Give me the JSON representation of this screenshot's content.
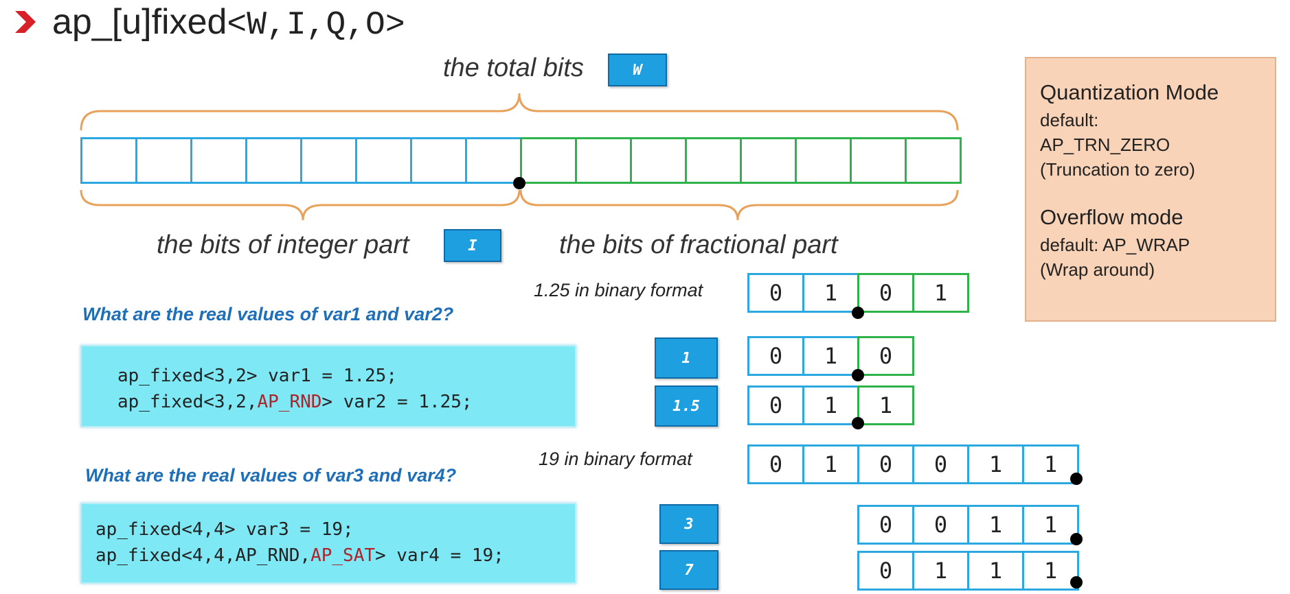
{
  "title": {
    "prefix": "ap_[u]fixed",
    "params": "<W,I,Q,O>"
  },
  "diagram": {
    "total_bits_label": "the total bits",
    "total_bits_tag": "W",
    "integer_label": "the bits of integer part",
    "integer_tag": "I",
    "fractional_label": "the bits of fractional part",
    "integer_cell_count": 8,
    "fractional_cell_count": 8
  },
  "colors": {
    "integer": "#2aa8df",
    "fractional": "#2db34a",
    "tag": "#1e9fe0",
    "keyword": "#b0222a",
    "question": "#1f6fb8"
  },
  "example1": {
    "question": "What are the real values of var1 and var2?",
    "code_line1": "ap_fixed<3,2> var1 = 1.25;",
    "code_line2_a": "ap_fixed<3,2,",
    "code_line2_kw": "AP_RND",
    "code_line2_b": "> var2 = 1.25;",
    "binary_label": "1.25 in binary format",
    "binary_bits": [
      "0",
      "1",
      "0",
      "1"
    ],
    "var1_value": "1",
    "var1_bits": [
      "0",
      "1",
      "0"
    ],
    "var2_value": "1.5",
    "var2_bits": [
      "0",
      "1",
      "1"
    ]
  },
  "example2": {
    "question": "What are the real values of var3 and var4?",
    "code_line1": "ap_fixed<4,4> var3 = 19;",
    "code_line2_a": "ap_fixed<4,4,AP_RND,",
    "code_line2_kw": "AP_SAT",
    "code_line2_b": "> var4 = 19;",
    "binary_label": "19 in binary format",
    "binary_bits": [
      "0",
      "1",
      "0",
      "0",
      "1",
      "1"
    ],
    "var3_value": "3",
    "var3_bits": [
      "0",
      "0",
      "1",
      "1"
    ],
    "var4_value": "7",
    "var4_bits": [
      "0",
      "1",
      "1",
      "1"
    ]
  },
  "info": {
    "quant_heading": "Quantization Mode",
    "quant_default": "default:",
    "quant_value": "AP_TRN_ZERO",
    "quant_desc": "(Truncation to zero)",
    "overflow_heading": "Overflow mode",
    "overflow_default": "default: AP_WRAP",
    "overflow_desc": "(Wrap around)"
  }
}
